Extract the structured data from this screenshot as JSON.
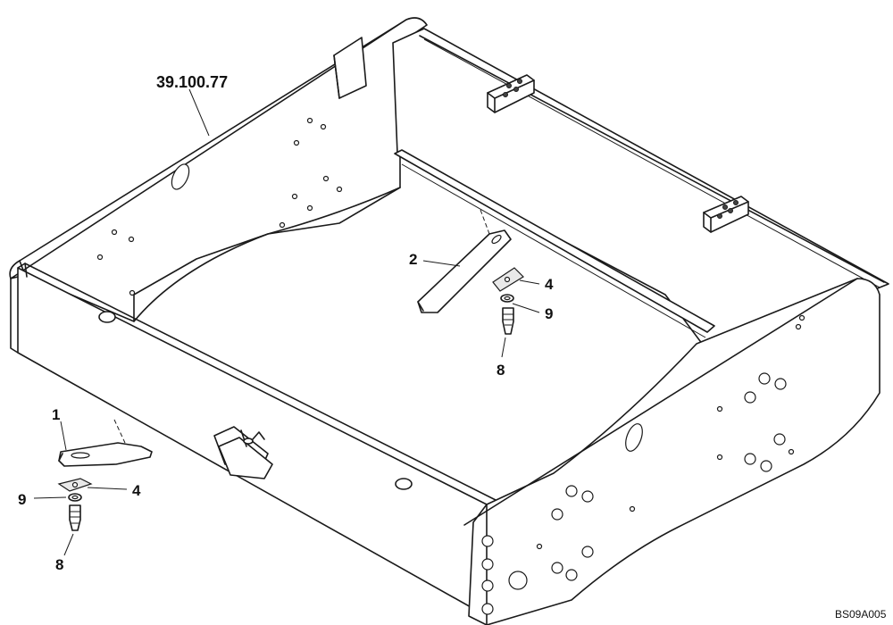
{
  "diagram": {
    "reference_label": "39.100.77",
    "drawing_code": "BS09A005",
    "callouts": [
      {
        "id": "c1",
        "text": "1"
      },
      {
        "id": "c2",
        "text": "2"
      },
      {
        "id": "c4a",
        "text": "4"
      },
      {
        "id": "c4b",
        "text": "4"
      },
      {
        "id": "c8a",
        "text": "8"
      },
      {
        "id": "c8b",
        "text": "8"
      },
      {
        "id": "c9a",
        "text": "9"
      },
      {
        "id": "c9b",
        "text": "9"
      }
    ]
  }
}
